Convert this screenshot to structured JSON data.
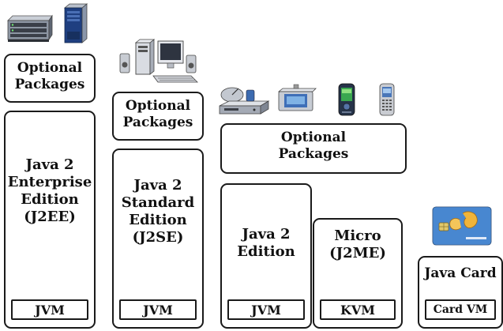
{
  "diagram": {
    "colors": {
      "border": "#1a1a1a",
      "text": "#111111",
      "background": "#ffffff"
    },
    "columns": [
      {
        "id": "j2ee",
        "devices": [
          "server-rack-icon",
          "server-tower-icon"
        ],
        "optional_packages": "Optional\nPackages",
        "platform": "Java 2\nEnterprise\nEdition\n(J2EE)",
        "vm": "JVM"
      },
      {
        "id": "j2se",
        "devices": [
          "desktop-pc-icon"
        ],
        "optional_packages": "Optional\nPackages",
        "platform": "Java 2\nStandard\nEdition\n(J2SE)",
        "vm": "JVM"
      },
      {
        "id": "j2me",
        "devices": [
          "set-top-box-icon",
          "car-navigator-icon",
          "pda-icon",
          "mobile-phone-icon"
        ],
        "optional_packages": "Optional\nPackages",
        "platform_left": "Java 2\nEdition",
        "platform_right": "Micro\n(J2ME)",
        "vm_left": "JVM",
        "vm_right": "KVM"
      },
      {
        "id": "javacard",
        "devices": [
          "smart-card-icon"
        ],
        "platform": "Java Card",
        "vm": "Card VM"
      }
    ]
  }
}
